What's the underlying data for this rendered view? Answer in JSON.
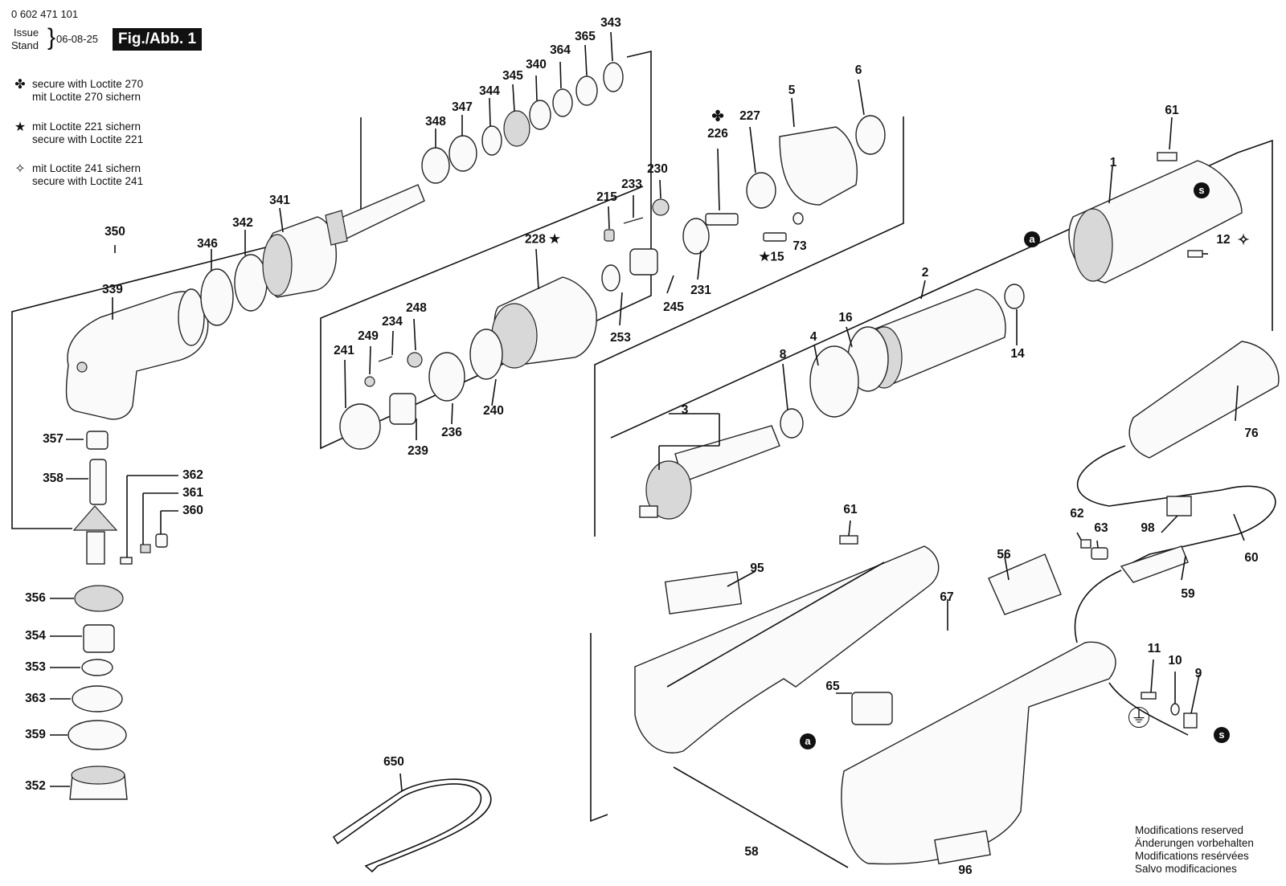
{
  "header": {
    "part_number": "0 602 471 101",
    "issue_label": "Issue",
    "stand_label": "Stand",
    "date": "06-08-25",
    "figure_tag": "Fig./Abb. 1"
  },
  "legend": [
    {
      "icon": "clover-icon",
      "glyph": "✤",
      "line1": "secure with Loctite 270",
      "line2": "mit Loctite 270 sichern"
    },
    {
      "icon": "star-icon",
      "glyph": "★",
      "line1": "mit Loctite 221 sichern",
      "line2": "secure with Loctite 221"
    },
    {
      "icon": "open-star-icon",
      "glyph": "✧",
      "line1": "mit Loctite 241 sichern",
      "line2": "secure with Loctite 241"
    }
  ],
  "labels": {
    "p343": "343",
    "p365": "365",
    "p364": "364",
    "p340": "340",
    "p345": "345",
    "p344": "344",
    "p347": "347",
    "p348": "348",
    "p341": "341",
    "p342": "342",
    "p346": "346",
    "p350": "350",
    "p339": "339",
    "p357": "357",
    "p358": "358",
    "p362": "362",
    "p361": "361",
    "p360": "360",
    "p356": "356",
    "p354": "354",
    "p353": "353",
    "p363": "363",
    "p359": "359",
    "p352": "352",
    "p5": "5",
    "p6": "6",
    "p227": "227",
    "p226": "226",
    "p230": "230",
    "p233": "233",
    "p215": "215",
    "p228": "228 ★",
    "p231": "231",
    "p245": "245",
    "p253": "253",
    "p248": "248",
    "p234": "234",
    "p249": "249",
    "p241": "241",
    "p240": "240",
    "p236": "236",
    "p239": "239",
    "p15": "★15",
    "p73": "73",
    "p61a": "61",
    "p1": "1",
    "p12": "12",
    "p2": "2",
    "p14": "14",
    "p16": "16",
    "p4": "4",
    "p8": "8",
    "p3": "3",
    "p76": "76",
    "p98": "98",
    "p60": "60",
    "p62": "62",
    "p63": "63",
    "p61b": "61",
    "p95": "95",
    "p56": "56",
    "p67": "67",
    "p65": "65",
    "p59": "59",
    "p11": "11",
    "p10": "10",
    "p9": "9",
    "p650": "650",
    "p58": "58",
    "p96": "96"
  },
  "markers": {
    "a": "a",
    "s": "s",
    "ground": "⏚"
  },
  "footer": {
    "line1": "Modifications reserved",
    "line2": "Änderungen vorbehalten",
    "line3": "Modifications resérvées",
    "line4": "Salvo modificaciones"
  }
}
